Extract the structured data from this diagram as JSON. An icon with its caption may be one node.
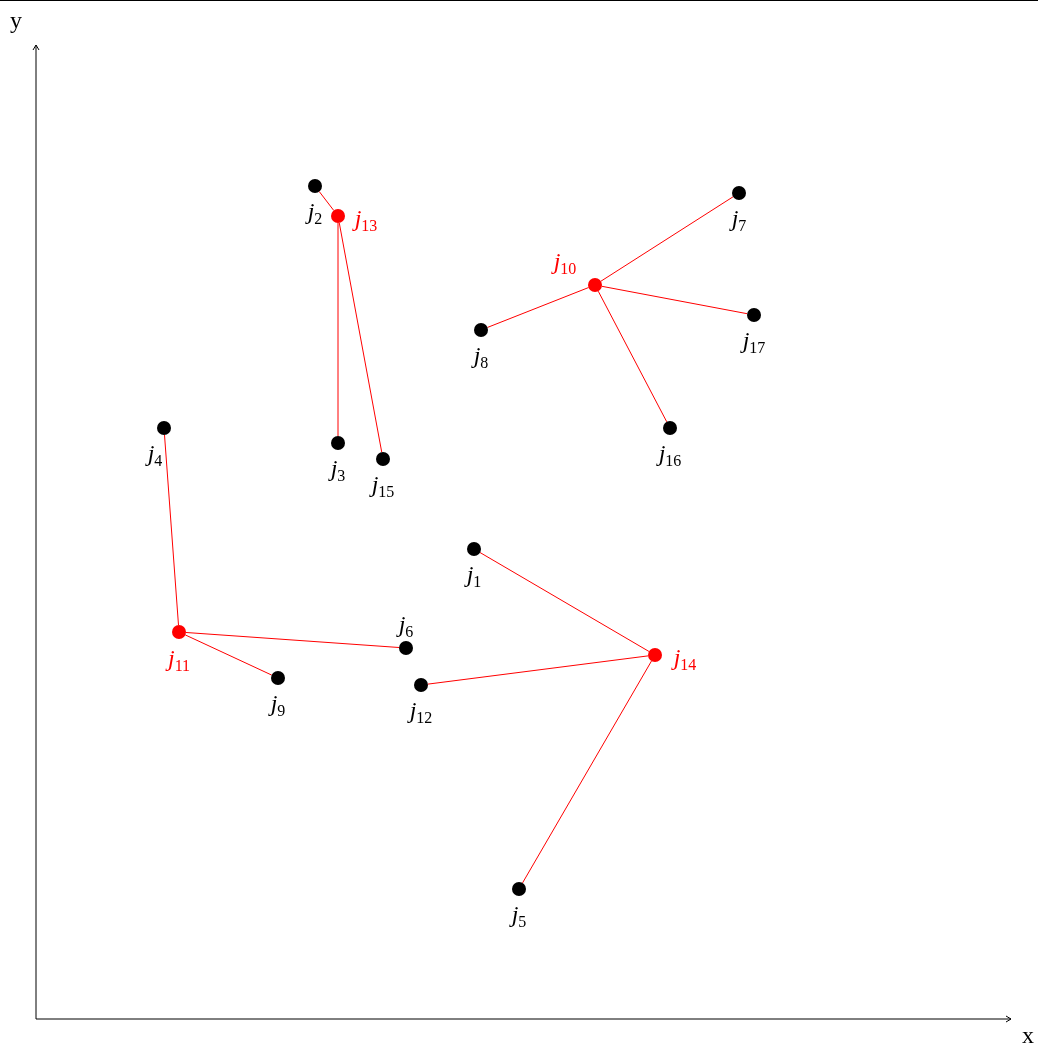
{
  "diagram": {
    "nodes": [
      {
        "text": [],
        "shape": "circle",
        "beside": [
          "j$_{1}$"
        ]
      },
      {
        "text": [],
        "shape": "circle",
        "beside": [
          "j$_{2}$"
        ]
      },
      {
        "text": [],
        "shape": "circle",
        "beside": [
          "j$_{3}$"
        ]
      },
      {
        "text": [],
        "shape": "circle",
        "beside": [
          "j$_{4}$"
        ]
      },
      {
        "text": [],
        "shape": "circle",
        "beside": [
          "j$_{5}$"
        ]
      },
      {
        "text": [],
        "shape": "circle",
        "beside": [
          "j$_{6}$"
        ]
      },
      {
        "text": [],
        "shape": "circle",
        "beside": [
          "j$_{7}$"
        ]
      },
      {
        "text": [],
        "shape": "circle",
        "beside": [
          "j$_{8}$"
        ]
      },
      {
        "text": [],
        "shape": "circle",
        "beside": [
          "j$_{9}$"
        ]
      },
      {
        "text": [],
        "shape": "circle",
        "beside": [
          "j$_{10}$"
        ]
      },
      {
        "text": [],
        "shape": "circle",
        "beside": [
          "j$_{11}$"
        ]
      },
      {
        "text": [],
        "shape": "circle",
        "beside": [
          "j$_{12}$"
        ]
      },
      {
        "text": [],
        "shape": "circle",
        "beside": [
          "j$_{13}$"
        ]
      },
      {
        "text": [],
        "shape": "circle",
        "beside": [
          "j$_{14}$"
        ]
      },
      {
        "text": [],
        "shape": "circle",
        "beside": [
          "j$_{15}$"
        ]
      },
      {
        "text": [],
        "shape": "circle",
        "beside": [
          "j$_{16}$"
        ]
      },
      {
        "text": [],
        "shape": "circle",
        "beside": [
          "j$_{17}$"
        ]
      }
    ],
    "edges": [
      {
        "from": 12,
        "to": 1,
        "arrow": "none"
      },
      {
        "from": 12,
        "to": 2,
        "arrow": "none"
      },
      {
        "from": 12,
        "to": 14,
        "arrow": "none"
      },
      {
        "from": 9,
        "to": 7,
        "arrow": "none"
      },
      {
        "from": 9,
        "to": 6,
        "arrow": "none"
      },
      {
        "from": 9,
        "to": 16,
        "arrow": "none"
      },
      {
        "from": 9,
        "to": 15,
        "arrow": "none"
      },
      {
        "from": 10,
        "to": 3,
        "arrow": "none"
      },
      {
        "from": 10,
        "to": 8,
        "arrow": "none"
      },
      {
        "from": 10,
        "to": 5,
        "arrow": "none"
      },
      {
        "from": 13,
        "to": 0,
        "arrow": "none"
      },
      {
        "from": 13,
        "to": 11,
        "arrow": "none"
      },
      {
        "from": 13,
        "to": 4,
        "arrow": "none"
      }
    ],
    "labels": [
      "y",
      "x"
    ]
  }
}
